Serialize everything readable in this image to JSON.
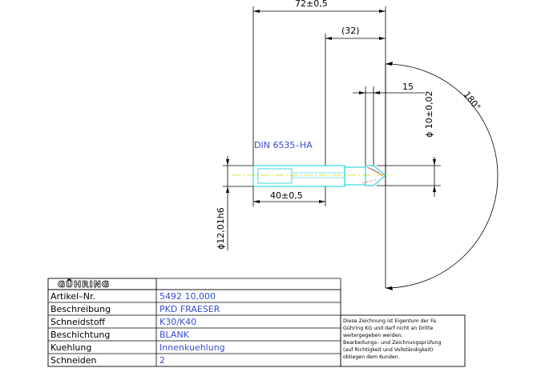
{
  "dimensions": {
    "overall_length": "72±0,5",
    "ref_length": "(32)",
    "tip_length": "15",
    "cut_diameter": "ϕ 10±0,02",
    "angle": "180°",
    "shank_length": "40±0,5",
    "shank_diameter": "ϕ12,01h6"
  },
  "standard_label": "DIN 6535–HA",
  "title_block": {
    "logo": "GÜHRING",
    "rows": [
      {
        "label": "Artikel–Nr.",
        "value": "5492 10,000"
      },
      {
        "label": "Beschreibung",
        "value": "PKD FRAESER"
      },
      {
        "label": "Schneidstoff",
        "value": "K30/K40"
      },
      {
        "label": "Beschichtung",
        "value": "BLANK"
      },
      {
        "label": "Kuehlung",
        "value": "Innenkuehlung"
      },
      {
        "label": "Schneiden",
        "value": "2"
      }
    ],
    "notice_lines": [
      "Diese Zeichnung ist Eigentum der Fa.",
      "Gühring KG und darf nicht an Dritte",
      "weitergegeben werden.",
      "Bearbeitungs– und Zeichnungsprüfung",
      "(auf Richtigkeit und Vollständigkeit)",
      "obliegen dem Kunden."
    ]
  },
  "colors": {
    "line": "#000000",
    "tool_outline": "#00c8c8",
    "value_text": "#3a4bd6",
    "centerline": "#d8d800",
    "cut_edge": "#e04040"
  }
}
